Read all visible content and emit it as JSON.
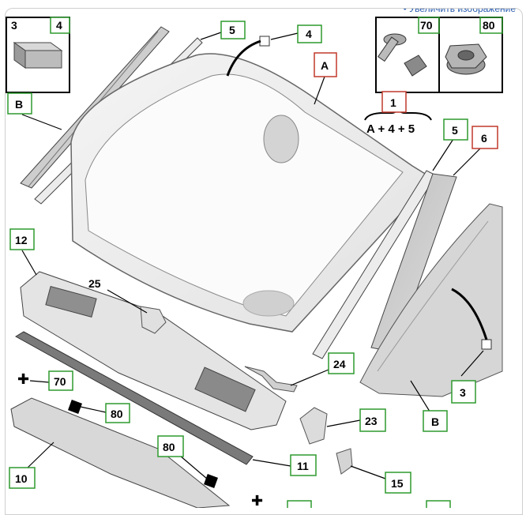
{
  "header": {
    "enlarge_link": "• Увеличить изображение"
  },
  "callouts": [
    {
      "id": "c-3a",
      "text": "3"
    },
    {
      "id": "c-4a",
      "text": "4"
    },
    {
      "id": "c-5a",
      "text": "5"
    },
    {
      "id": "c-4b",
      "text": "4"
    },
    {
      "id": "c-A",
      "text": "A"
    },
    {
      "id": "c-70a",
      "text": "70"
    },
    {
      "id": "c-80a",
      "text": "80"
    },
    {
      "id": "c-B1",
      "text": "B"
    },
    {
      "id": "c-1",
      "text": "1"
    },
    {
      "id": "c-5b",
      "text": "5"
    },
    {
      "id": "c-6",
      "text": "6"
    },
    {
      "id": "c-12",
      "text": "12"
    },
    {
      "id": "c-25",
      "text": "25"
    },
    {
      "id": "c-24",
      "text": "24"
    },
    {
      "id": "c-3b",
      "text": "3"
    },
    {
      "id": "c-70b",
      "text": "70"
    },
    {
      "id": "c-80b",
      "text": "80"
    },
    {
      "id": "c-23",
      "text": "23"
    },
    {
      "id": "c-B2",
      "text": "B"
    },
    {
      "id": "c-80c",
      "text": "80"
    },
    {
      "id": "c-11",
      "text": "11"
    },
    {
      "id": "c-10",
      "text": "10"
    },
    {
      "id": "c-15",
      "text": "15"
    }
  ],
  "kit_formula": "A + 4 + 5",
  "colors": {
    "callout_border": "#2e9a2e",
    "highlight_border": "#c0392b",
    "part_fill": "#e6e6e6",
    "part_stroke": "#555555"
  }
}
